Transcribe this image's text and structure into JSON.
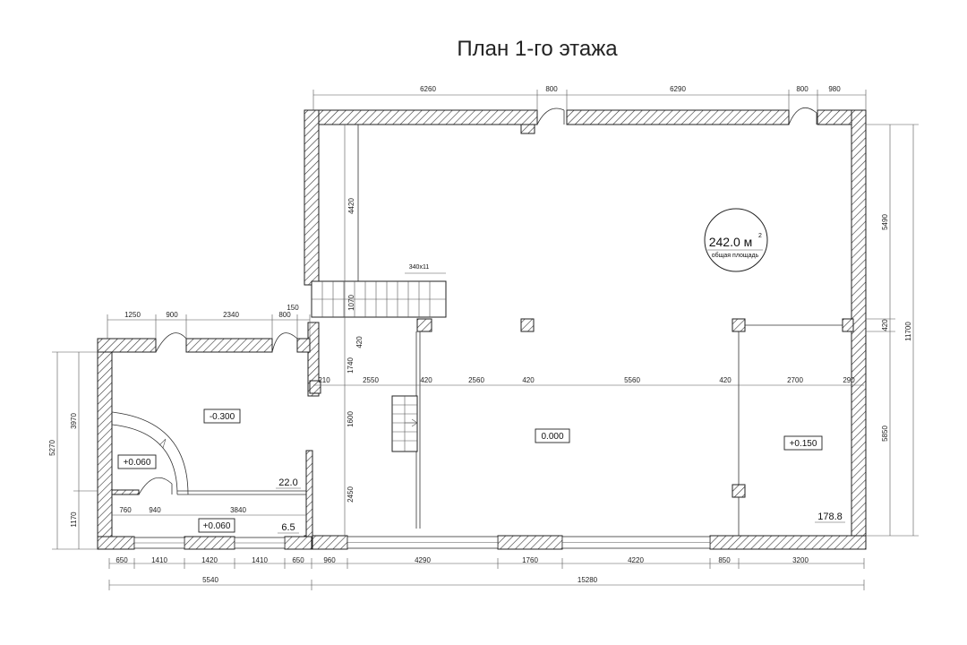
{
  "title": "План 1-го этажа",
  "total_area": {
    "value": "242.0 м",
    "sup": "2",
    "caption": "общая площадь"
  },
  "stair_note": "340x11",
  "levels": [
    "-0.300",
    "+0.060",
    "+0.060",
    "0.000",
    "+0.150"
  ],
  "areas": [
    "22.0",
    "6.5",
    "178.8"
  ],
  "dims_top_main": [
    "6260",
    "800",
    "6290",
    "800",
    "980"
  ],
  "dims_top_annex": [
    "1250",
    "900",
    "2340",
    "800",
    "150"
  ],
  "dims_interior_row": [
    "210",
    "2550",
    "420",
    "2560",
    "420",
    "5560",
    "420",
    "2700",
    "290"
  ],
  "dims_interior_vertical": [
    "4420",
    "1070",
    "420",
    "1740",
    "1600",
    "2450"
  ],
  "dims_annex_inner": [
    "760",
    "940",
    "3840"
  ],
  "dims_bottom_annex": [
    "650",
    "1410",
    "1420",
    "1410",
    "650"
  ],
  "dims_bottom_main": [
    "960",
    "4290",
    "1760",
    "4220",
    "850",
    "3200"
  ],
  "dims_totals": [
    "5540",
    "15280"
  ],
  "dims_left": [
    "5270",
    "3970",
    "1170"
  ],
  "dims_right": [
    "5490",
    "420",
    "5850",
    "11700"
  ]
}
